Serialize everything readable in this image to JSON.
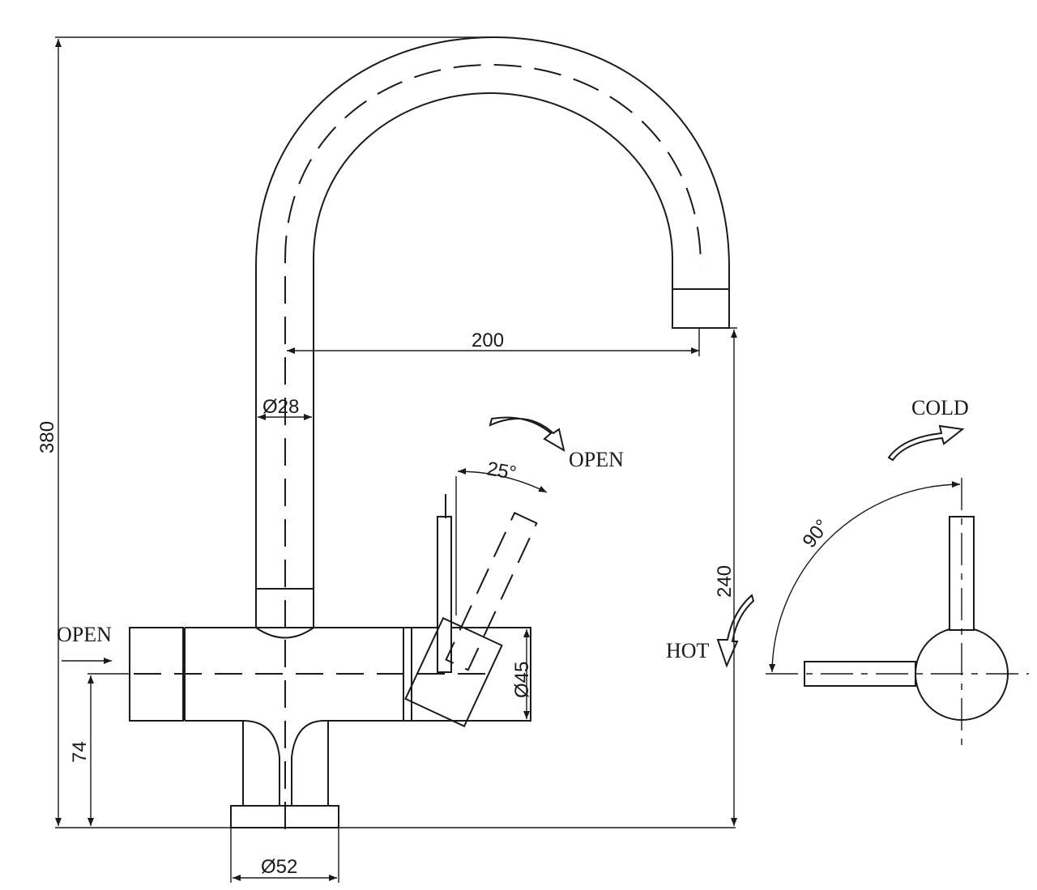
{
  "dimensions": {
    "total_height": "380",
    "spout_reach": "200",
    "spout_diameter": "Ø28",
    "spout_height": "240",
    "body_height": "74",
    "body_diameter": "Ø45",
    "base_diameter": "Ø52",
    "lever_angle": "25°",
    "rotation_angle": "90°"
  },
  "annotations": {
    "open_lever": "OPEN",
    "open_side": "OPEN",
    "cold": "COLD",
    "hot": "HOT"
  },
  "colors": {
    "line": "#1a1a1a",
    "background": "#ffffff"
  }
}
